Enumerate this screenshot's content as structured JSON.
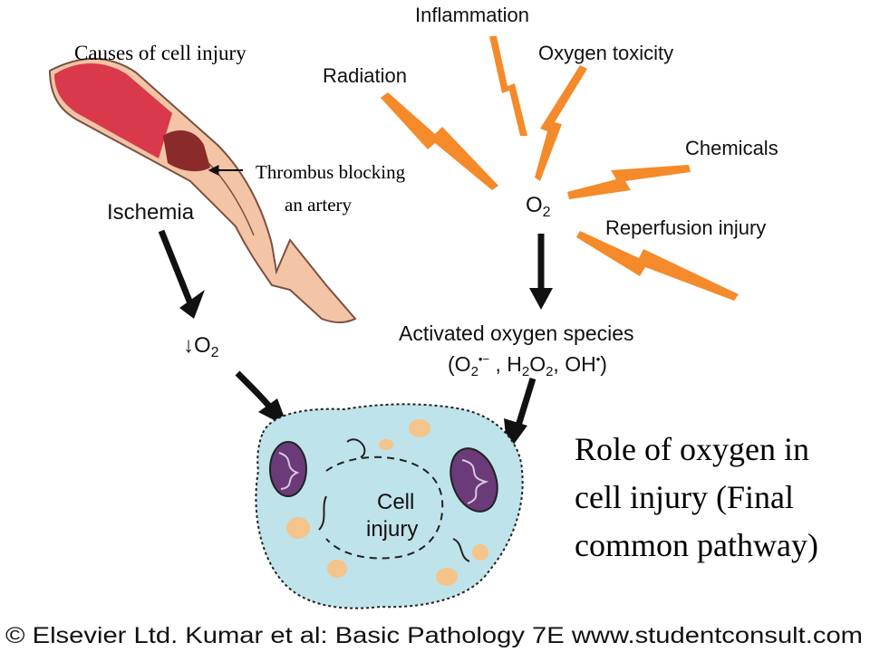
{
  "labels": {
    "causes_title": "Causes of cell injury",
    "thrombus_line1": "Thrombus blocking",
    "thrombus_line2": "an artery",
    "ischemia": "Ischemia",
    "reduced_o2_arrow": "↓",
    "reduced_o2": "O",
    "reduced_o2_sub": "2",
    "o2_center": "O",
    "o2_center_sub": "2",
    "activated_species_line1": "Activated oxygen species",
    "ros_open": "(O",
    "ros_sub1": "2",
    "ros_sup1": "•−",
    "ros_mid1": " , H",
    "ros_sub2": "2",
    "ros_mid2": "O",
    "ros_sub3": "2",
    "ros_mid3": ", OH",
    "ros_sup2": "•",
    "ros_close": ")",
    "cell_injury_line1": "Cell",
    "cell_injury_line2": "injury",
    "role_line1": "Role of oxygen in",
    "role_line2": "cell injury (Final",
    "role_line3": "common pathway)",
    "copyright": "© Elsevier Ltd. Kumar et al: Basic Pathology 7E www.studentconsult.com"
  },
  "sources": [
    {
      "label": "Inflammation"
    },
    {
      "label": "Oxygen toxicity"
    },
    {
      "label": "Radiation"
    },
    {
      "label": "Chemicals"
    },
    {
      "label": "Reperfusion injury"
    }
  ],
  "colors": {
    "artery_red": "#d9394a",
    "artery_skin": "#f3c4a6",
    "thrombus": "#8b2a2a",
    "bolt_orange": "#f58a2a",
    "cell_fill": "#bfe3ea",
    "mito_fill": "#6b3a78",
    "vacuole": "#f4c48a",
    "arrow_black": "#111111"
  },
  "icons": {
    "thrombus_pointer": "left-arrow-icon",
    "ischemia_arrow": "down-arrow-icon"
  }
}
